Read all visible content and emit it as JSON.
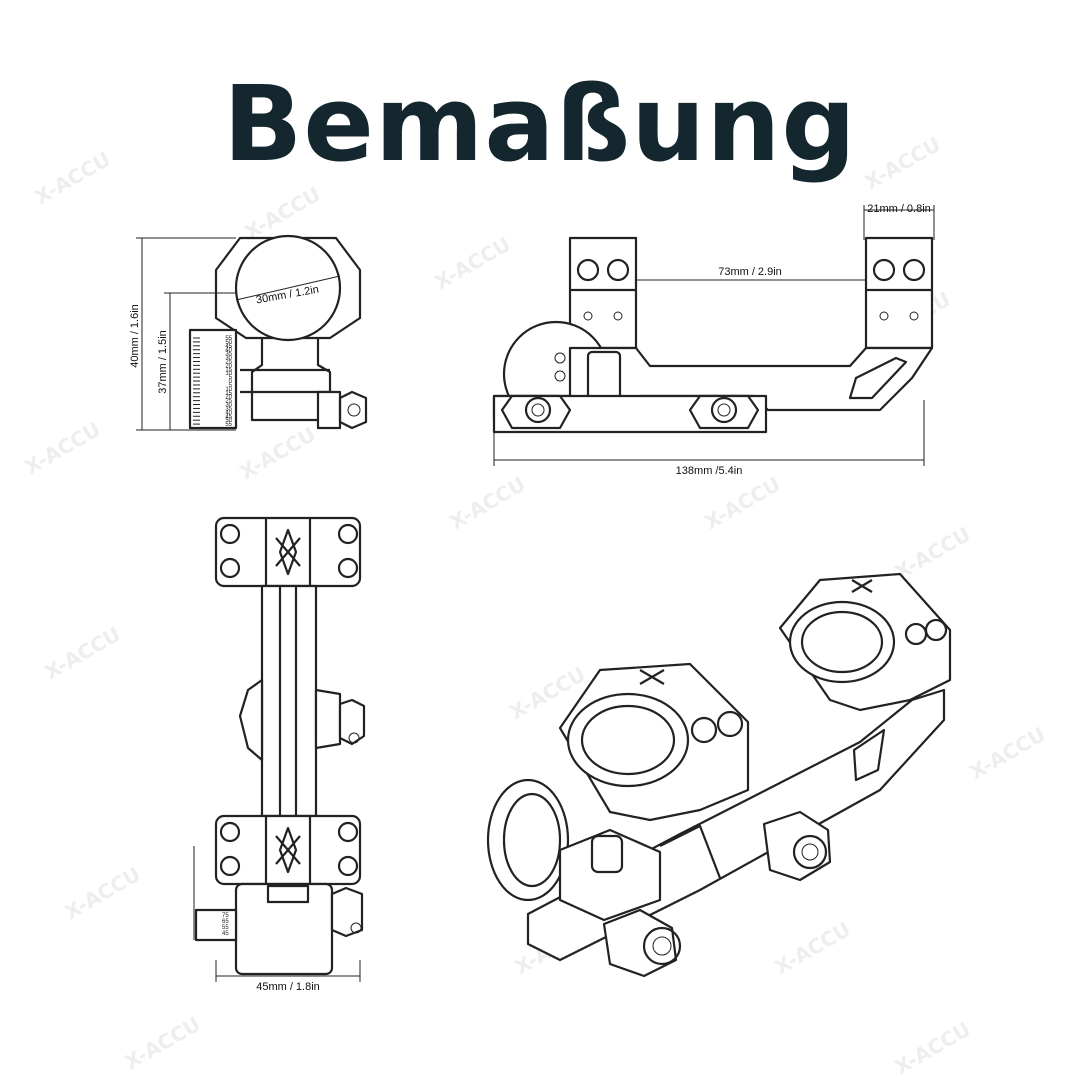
{
  "title": "Bemaßung",
  "watermark": "X-ACCU",
  "dimensions": {
    "ring_diameter": "30mm / 1.2in",
    "total_height": "40mm / 1.6in",
    "center_height": "37mm / 1.5in",
    "ring_width": "21mm / 0.8in",
    "ring_spacing": "73mm / 2.9in",
    "total_length": "138mm /5.4in",
    "base_width": "45mm / 1.8in"
  },
  "scale_values": [
    "55",
    "50",
    "45",
    "40",
    "35",
    "30",
    "25",
    "20",
    "15",
    "10",
    "5",
    "0",
    "5",
    "10",
    "15",
    "20",
    "25",
    "30",
    "35",
    "40",
    "45",
    "50",
    "55"
  ],
  "bottom_scale_values": [
    "75",
    "65",
    "55",
    "45"
  ],
  "colors": {
    "title": "#14272f",
    "line": "#222222",
    "watermark": "#eeeeee"
  }
}
